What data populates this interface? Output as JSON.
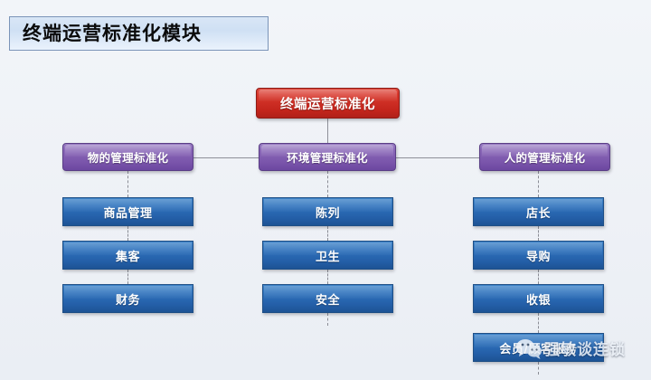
{
  "page": {
    "background_color": "#eef2f7",
    "title": "终端运营标准化模块"
  },
  "diagram": {
    "root": {
      "label": "终端运营标准化",
      "color": "#c3251c"
    },
    "branches": [
      {
        "label": "物的管理标准化",
        "color": "#7a55ab",
        "children": [
          {
            "label": "商品管理",
            "color": "#2f73bd"
          },
          {
            "label": "集客",
            "color": "#2f73bd"
          },
          {
            "label": "财务",
            "color": "#2f73bd"
          }
        ]
      },
      {
        "label": "环境管理标准化",
        "color": "#7a55ab",
        "children": [
          {
            "label": "陈列",
            "color": "#2f73bd"
          },
          {
            "label": "卫生",
            "color": "#2f73bd"
          },
          {
            "label": "安全",
            "color": "#2f73bd"
          }
        ]
      },
      {
        "label": "人的管理标准化",
        "color": "#7a55ab",
        "children": [
          {
            "label": "店长",
            "color": "#2f73bd"
          },
          {
            "label": "导购",
            "color": "#2f73bd"
          },
          {
            "label": "收银",
            "color": "#2f73bd"
          },
          {
            "label": "会员/顾客服务",
            "color": "#2f73bd"
          }
        ]
      }
    ]
  },
  "watermark": {
    "icon": "wechat-icon",
    "text": "强敏谈连锁"
  }
}
